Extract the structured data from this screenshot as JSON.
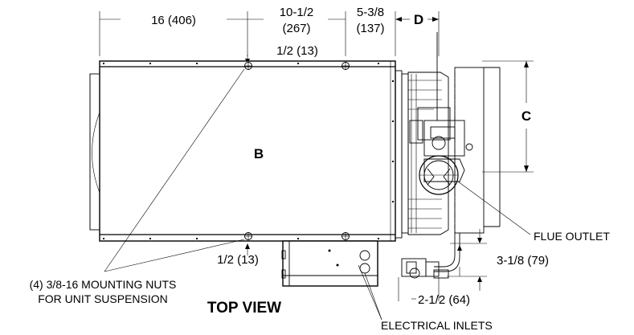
{
  "dimensions": {
    "width_left": "16 (406)",
    "width_mid_1": "10-1/2",
    "width_mid_2": "(267)",
    "width_right_1": "5-3/8",
    "width_right_2": "(137)",
    "d": "D",
    "c": "C",
    "b": "B",
    "top_offset": "1/2 (13)",
    "bottom_offset": "1/2 (13)",
    "flue_offset": "3-1/8 (79)",
    "inlet_offset": "2-1/2 (64)"
  },
  "callouts": {
    "flue_outlet": "FLUE OUTLET",
    "electrical_inlets": "ELECTRICAL INLETS",
    "mounting_nuts_1": "(4) 3/8-16 MOUNTING NUTS",
    "mounting_nuts_2": "FOR UNIT SUSPENSION"
  },
  "view_title": "TOP VIEW"
}
